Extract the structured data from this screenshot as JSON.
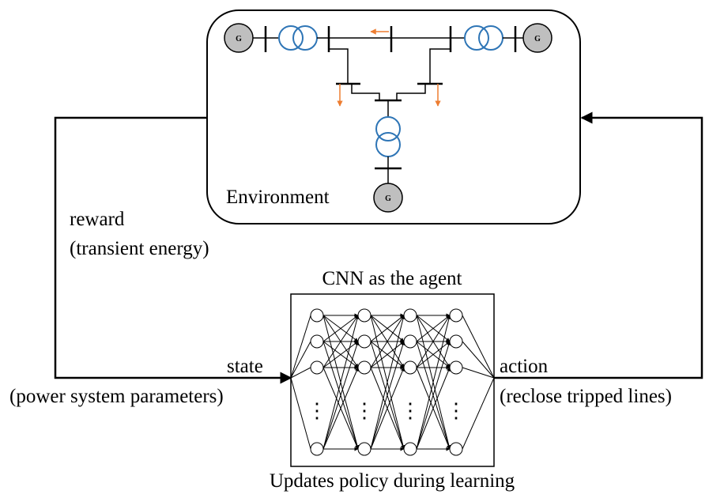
{
  "environment": {
    "label": "Environment",
    "generator_symbol": "G"
  },
  "feedback": {
    "reward_label": "reward",
    "reward_detail": "(transient energy)",
    "state_label": "state",
    "state_detail": "(power system parameters)",
    "action_label": "action",
    "action_detail": "(reclose tripped lines)"
  },
  "agent": {
    "title": "CNN as the agent",
    "caption": "Updates policy during learning",
    "ellipsis": "⋮"
  },
  "colors": {
    "stroke": "#000000",
    "transformer": "#2e75b6",
    "load_arrow": "#ed7d31",
    "generator_fill": "#bfbfbf",
    "node_fill": "#ffffff"
  }
}
